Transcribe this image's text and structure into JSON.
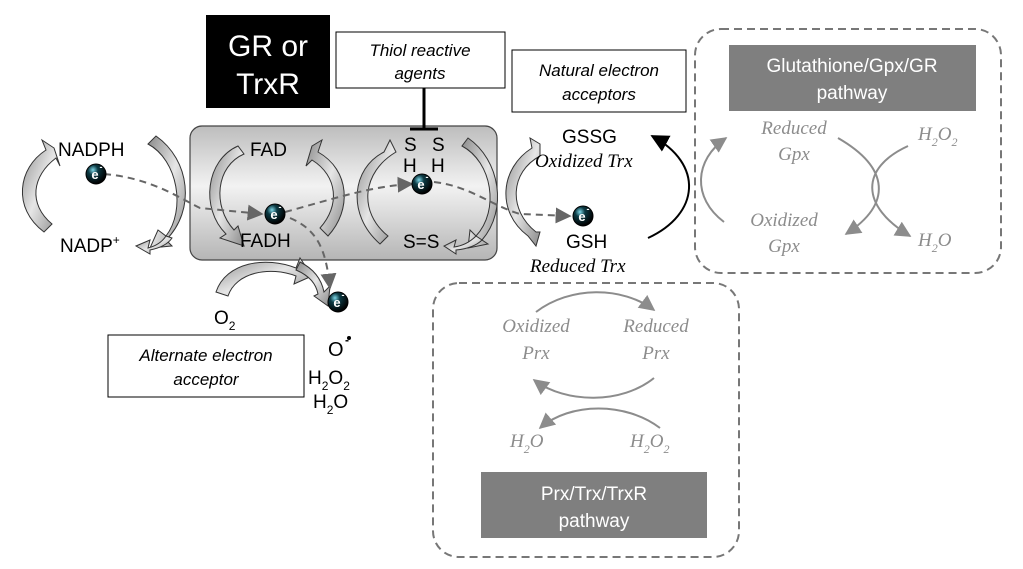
{
  "enzyme": {
    "line1": "GR or",
    "line2": "TrxR"
  },
  "thiol_agents": {
    "line1": "Thiol reactive",
    "line2": "agents"
  },
  "natural_acceptors": {
    "line1": "Natural electron",
    "line2": "acceptors"
  },
  "alternate_acceptor": {
    "line1": "Alternate electron",
    "line2": "acceptor"
  },
  "electron_symbol": "e",
  "nadph": "NADPH",
  "nadp": "NADP",
  "nadp_sup": "+",
  "fad": "FAD",
  "fadh": "FADH",
  "thiol_s1": "S",
  "thiol_s2": "S",
  "thiol_h1": "H",
  "thiol_h2": "H",
  "disulfide": "S=S",
  "gssg": "GSSG",
  "oxidized_trx": "Oxidized Trx",
  "gsh": "GSH",
  "reduced_trx": "Reduced Trx",
  "oxygen": {
    "base": "O",
    "sub": "2"
  },
  "superoxide": "O",
  "h2o2": {
    "h": "H",
    "sub1": "2",
    "o": "O",
    "sub2": "2"
  },
  "h2o": {
    "h": "H",
    "sub": "2",
    "o": "O"
  },
  "gpx_pathway": {
    "title_line1": "Glutathione/Gpx/GR",
    "title_line2": "pathway",
    "reduced_line1": "Reduced",
    "reduced_line2": "Gpx",
    "oxidized_line1": "Oxidized",
    "oxidized_line2": "Gpx",
    "h2o2": {
      "h": "H",
      "sub1": "2",
      "o": "O",
      "sub2": "2"
    },
    "h2o": {
      "h": "H",
      "sub": "2",
      "o": "O"
    }
  },
  "prx_pathway": {
    "title_line1": "Prx/Trx/TrxR",
    "title_line2": "pathway",
    "oxidized_line1": "Oxidized",
    "oxidized_line2": "Prx",
    "reduced_line1": "Reduced",
    "reduced_line2": "Prx",
    "h2o": {
      "h": "H",
      "sub": "2",
      "o": "O"
    },
    "h2o2": {
      "h": "H",
      "sub1": "2",
      "o": "O",
      "sub2": "2"
    }
  },
  "colors": {
    "box_fill": "#d9d9d9",
    "title_box": "#7f7f7f",
    "pathway_text": "#8c8c8c",
    "arrow_fill": "#a6a6a6",
    "electron": "#000000",
    "dashed": "#666666"
  }
}
